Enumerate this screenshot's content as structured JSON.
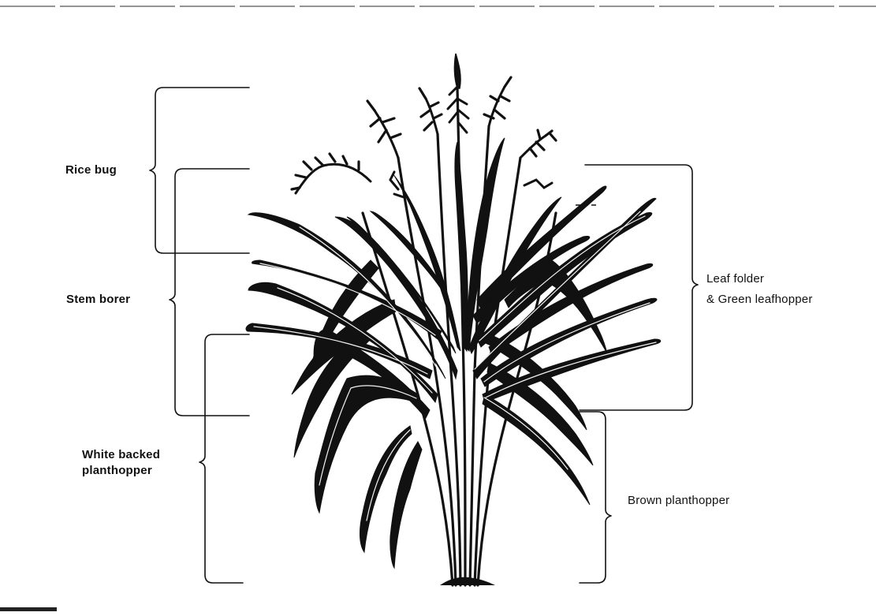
{
  "figure": {
    "labels": {
      "rice_bug": "Rice bug",
      "stem_borer": "Stem borer",
      "white_backed_line1": "White backed",
      "white_backed_line2": "planthopper",
      "leaf_folder_line1": "Leaf folder",
      "leaf_folder_line2": "& Green leafhopper",
      "brown_planthopper": "Brown planthopper"
    },
    "colors": {
      "ink": "#111111",
      "background": "#ffffff",
      "leaf_highlight": "#f2f2f2"
    },
    "icons": [
      "rice-plant-illustration"
    ]
  }
}
